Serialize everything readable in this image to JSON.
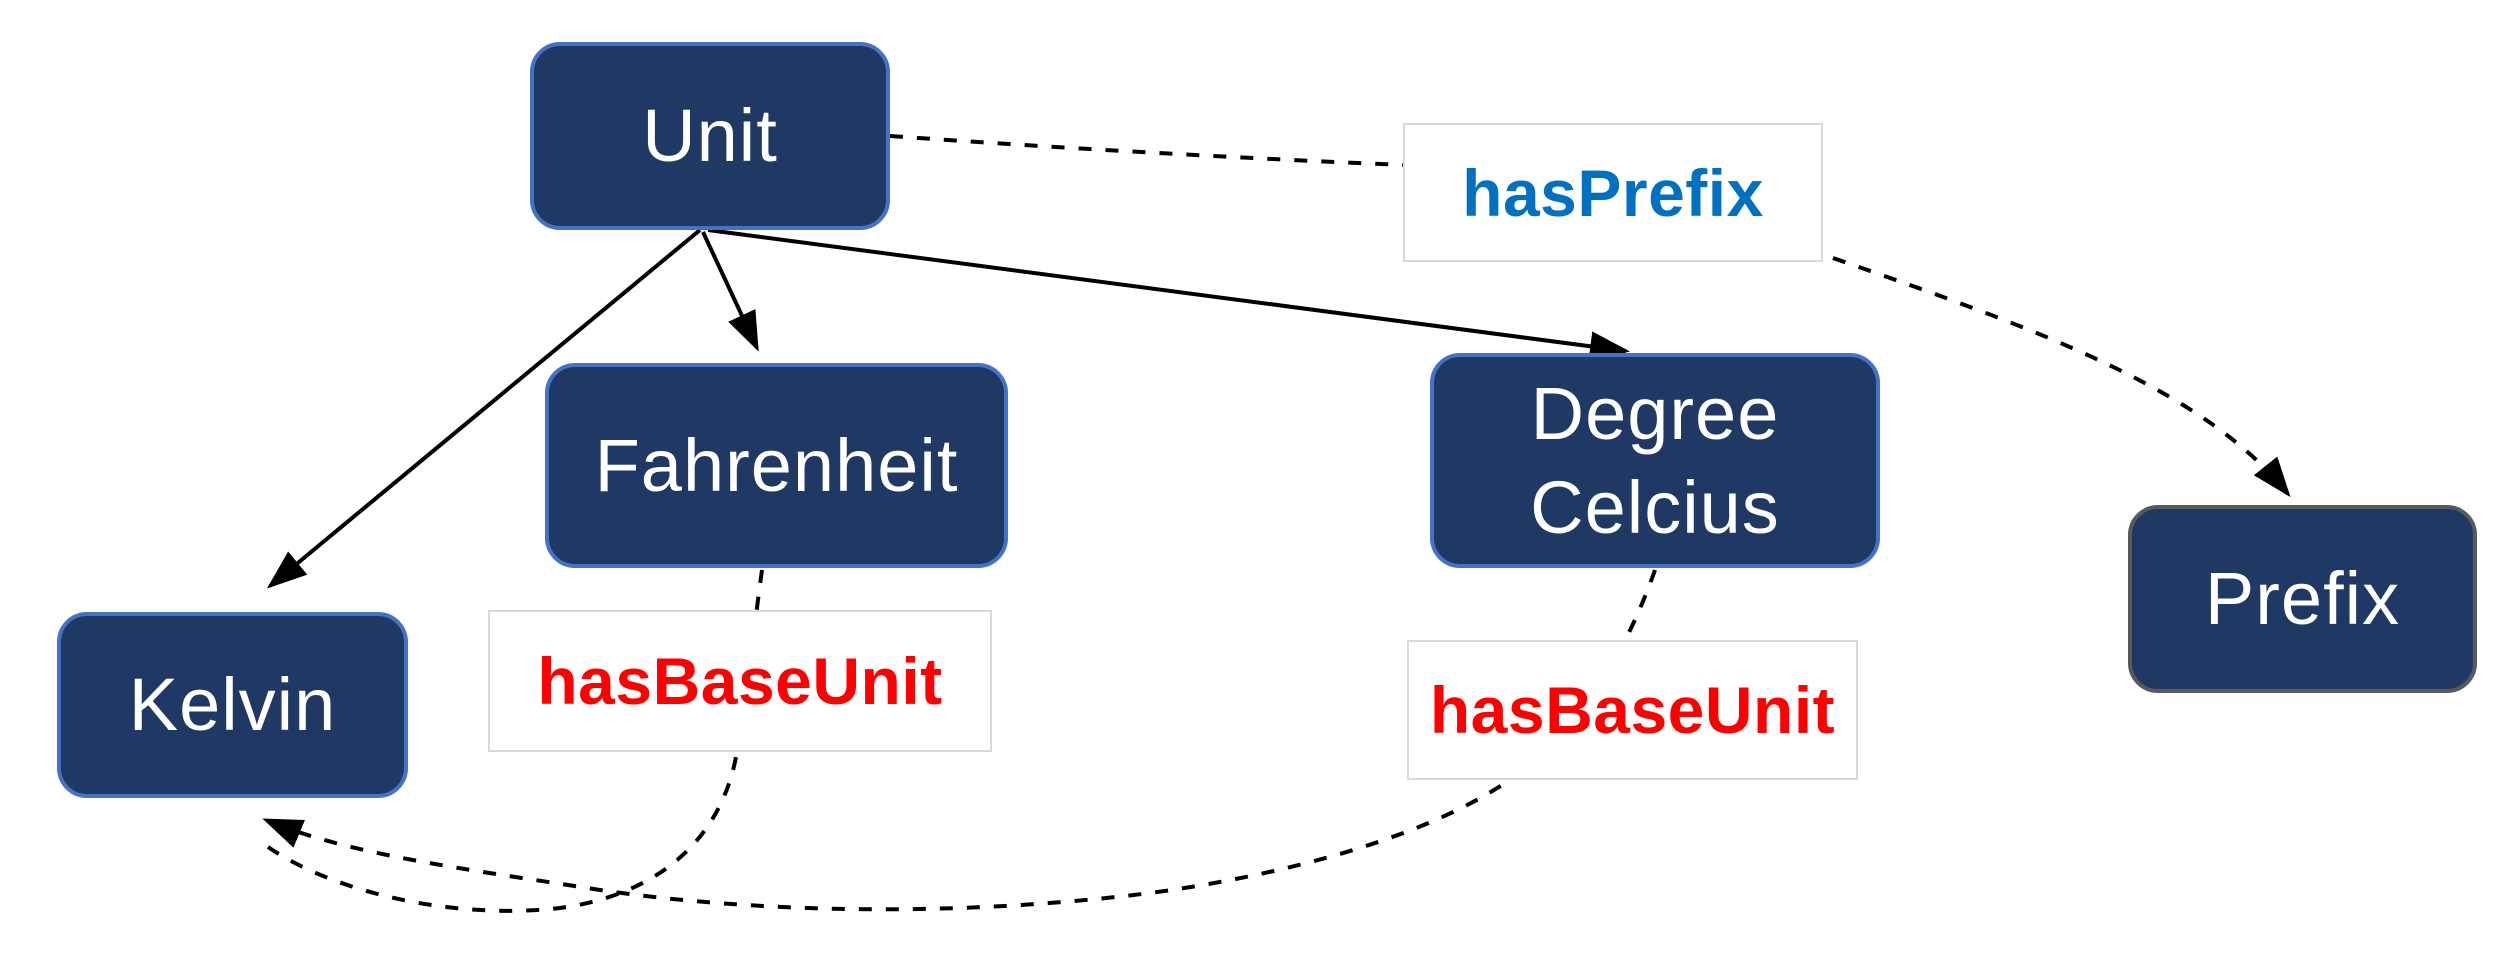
{
  "diagram": {
    "nodes": [
      {
        "id": "unit",
        "label": "Unit"
      },
      {
        "id": "fahrenheit",
        "label": "Fahrenheit"
      },
      {
        "id": "degree-celcius",
        "label": "Degree Celcius"
      },
      {
        "id": "kelvin",
        "label": "Kelvin"
      },
      {
        "id": "prefix",
        "label": "Prefix"
      }
    ],
    "edge_labels": [
      {
        "id": "hasprefix",
        "text": "hasPrefix",
        "color": "#0070C0"
      },
      {
        "id": "hasbaseunit-left",
        "text": "hasBaseUnit",
        "color": "#FF0000"
      },
      {
        "id": "hasbaseunit-right",
        "text": "hasBaseUnit",
        "color": "#FF0000"
      }
    ],
    "edges": [
      {
        "from": "Unit",
        "to": "Kelvin",
        "style": "solid-arrow",
        "label": ""
      },
      {
        "from": "Unit",
        "to": "Fahrenheit",
        "style": "solid-arrow",
        "label": ""
      },
      {
        "from": "Unit",
        "to": "Degree Celcius",
        "style": "solid-arrow",
        "label": ""
      },
      {
        "from": "Unit",
        "to": "Prefix",
        "style": "dashed-arrow",
        "label": "hasPrefix"
      },
      {
        "from": "Fahrenheit",
        "to": "Kelvin",
        "style": "dashed-arrow",
        "label": "hasBaseUnit"
      },
      {
        "from": "Degree Celcius",
        "to": "Kelvin",
        "style": "dashed-arrow",
        "label": "hasBaseUnit"
      }
    ],
    "colors": {
      "background": "#FFFFFF",
      "node_fill": "#1F3864",
      "node_border": "#4472C4",
      "prefix_border": "#595959",
      "node_text": "#FFFFFF",
      "label_border": "#D9D9D9",
      "has_prefix_text": "#0070C0",
      "has_base_unit_text": "#FF0000",
      "edge_line": "#000000"
    }
  }
}
